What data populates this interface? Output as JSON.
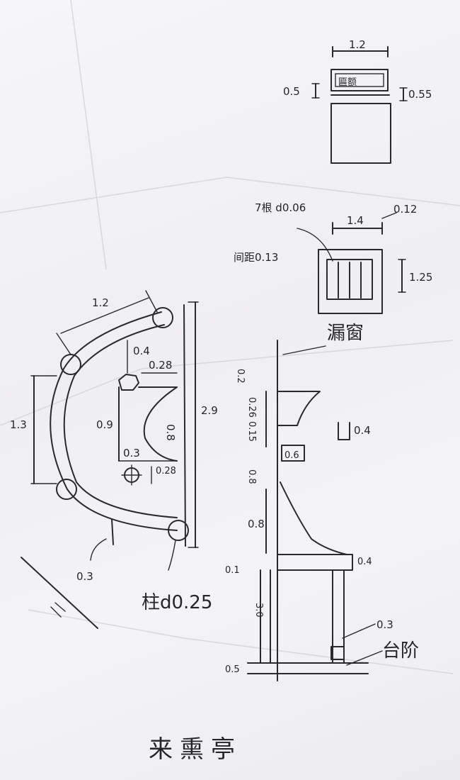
{
  "title": "来熏亭",
  "sign": {
    "width": "1.2",
    "height_left": "0.5",
    "height_right": "0.55",
    "text": "匾额"
  },
  "window": {
    "width": "1.4",
    "frame": "0.12",
    "height": "1.25",
    "note_line1": "7根 d0.06",
    "note_line2": "间距0.13",
    "label": "漏窗"
  },
  "plan": {
    "arc_width": "1.2",
    "top_gap": "0.4",
    "bar_width": "0.28",
    "left_height": "1.3",
    "inner_height": "0.9",
    "span": "2.9",
    "radius_label": "0.8",
    "post_size": "0.3",
    "post_size2": "0.28",
    "bottom_width": "0.3",
    "column_label": "柱d0.25"
  },
  "section": {
    "top": "0.2",
    "d1": "0.26",
    "d2": "0.15",
    "d3": "0.8",
    "lower": "0.8",
    "step": "0.1",
    "band": "0.4",
    "column_h": "3.0",
    "base": "0.5",
    "small_w": "0.6",
    "opening": "0.4",
    "dim_top_right": "0.3",
    "step_label": "台阶"
  }
}
